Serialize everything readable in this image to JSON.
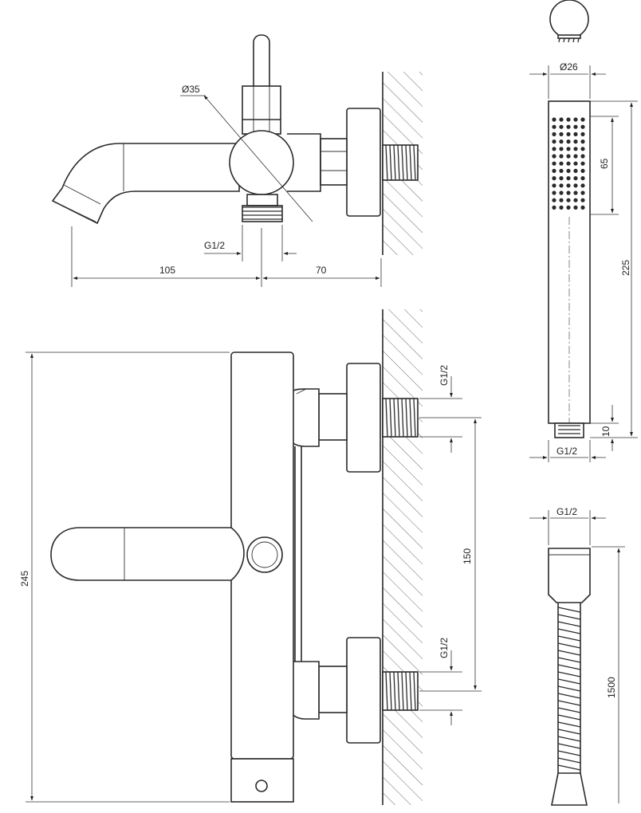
{
  "side_view": {
    "dia_body": "Ø35",
    "thread": "G1/2",
    "dim_spout": "105",
    "dim_wall": "70"
  },
  "front_view": {
    "height": "245",
    "thread_top": "G1/2",
    "thread_bottom": "G1/2",
    "spacing": "150"
  },
  "hand_shower": {
    "diameter": "Ø26",
    "head_length": "65",
    "total_length": "225",
    "connector_length": "10",
    "thread": "G1/2"
  },
  "hose": {
    "thread": "G1/2",
    "length": "1500"
  },
  "colors": {
    "line": "#2a2a2a",
    "background": "#ffffff"
  }
}
